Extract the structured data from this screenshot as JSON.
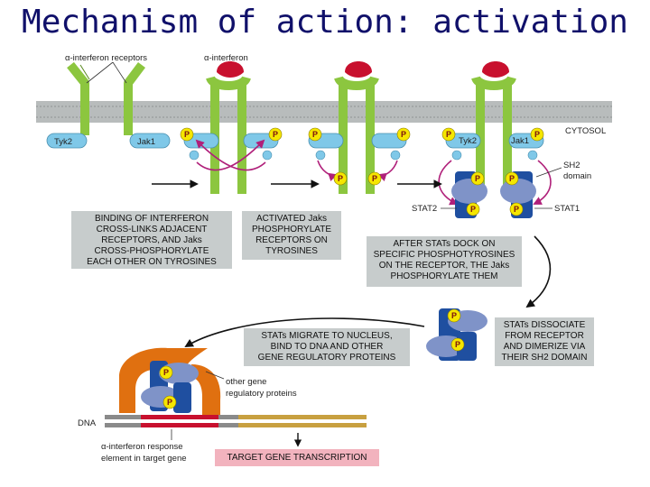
{
  "title": "Mechanism of action: activation",
  "labels": {
    "ifn_receptors": "α-interferon receptors",
    "ifn": "α-interferon",
    "cytosol": "CYTOSOL",
    "tyk2": "Tyk2",
    "jak1": "Jak1",
    "p": "P",
    "sh2_domain": [
      "SH2",
      "domain"
    ],
    "stat2": "STAT2",
    "stat1": "STAT1",
    "other_gene_proteins": [
      "other gene",
      "regulatory proteins"
    ],
    "dna": "DNA",
    "response_element": [
      "α-interferon response",
      "element in target gene"
    ]
  },
  "boxes": {
    "binding": [
      "BINDING OF INTERFERON",
      "CROSS-LINKS ADJACENT",
      "RECEPTORS, AND Jaks",
      "CROSS-PHOSPHORYLATE",
      "EACH OTHER ON TYROSINES"
    ],
    "activated": [
      "ACTIVATED Jaks",
      "PHOSPHORYLATE",
      "RECEPTORS ON",
      "TYROSINES"
    ],
    "dock": [
      "AFTER STATs DOCK ON",
      "SPECIFIC PHOSPHOTYROSINES",
      "ON THE RECEPTOR, THE Jaks",
      "PHOSPHORYLATE THEM"
    ],
    "dissociate": [
      "STATs DISSOCIATE",
      "FROM RECEPTOR",
      "AND DIMERIZE VIA",
      "THEIR SH2 DOMAIN"
    ],
    "migrate": [
      "STATs MIGRATE TO NUCLEUS,",
      "BIND TO DNA AND OTHER",
      "GENE REGULATORY PROTEINS"
    ],
    "target": "TARGET GENE TRANSCRIPTION"
  },
  "colors": {
    "title": "#10106a",
    "membrane": "#b8bcbc",
    "receptor": "#8cc63f",
    "interferon": "#c8102e",
    "jak": "#7fc8e8",
    "phosphate": "#f5e600",
    "stat_dark": "#1f4fa0",
    "stat_light": "#7f93c8",
    "regulatory": "#e07010",
    "arrow_magenta": "#b0207a",
    "box": "#c7cccc",
    "target_box": "#f2b3be",
    "dna_strand": "#c8a040",
    "dna_element": "#c8102e"
  }
}
